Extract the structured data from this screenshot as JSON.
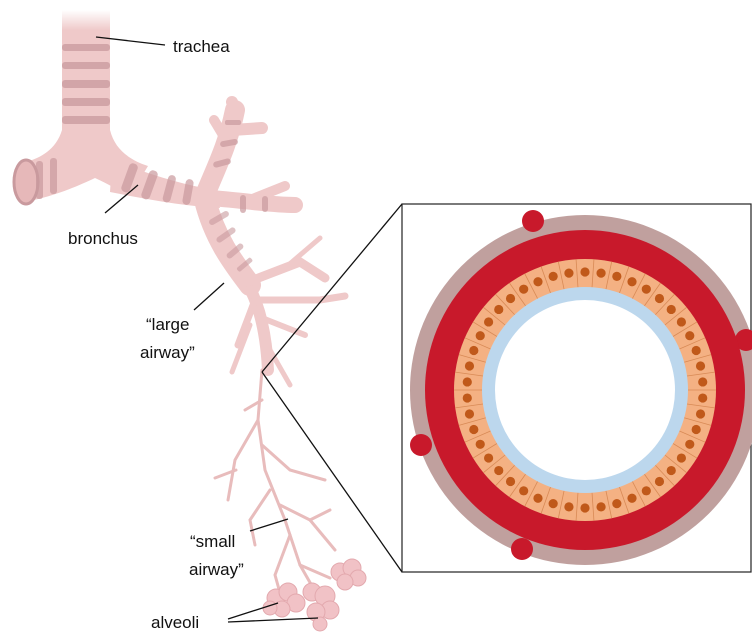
{
  "labels": {
    "trachea": "trachea",
    "bronchus": "bronchus",
    "large_airway_line1": "“large",
    "large_airway_line2": "airway”",
    "small_airway_line1": "“small",
    "small_airway_line2": "airway”",
    "alveoli": "alveoli"
  },
  "colors": {
    "airway_fill": "#efc9c9",
    "airway_ring": "#c99a9e",
    "airway_twig": "#e8bcbc",
    "alveoli": "#f1c2c6",
    "outer_layer": "#c0a09e",
    "smooth_muscle": "#c8192b",
    "epithelium": "#f4b183",
    "nucleus": "#c0591a",
    "mucus_layer": "#bcd7ed",
    "lumen": "#ffffff"
  },
  "cross_section": {
    "epithelial_cell_count": 46,
    "outer_spots": 4
  }
}
